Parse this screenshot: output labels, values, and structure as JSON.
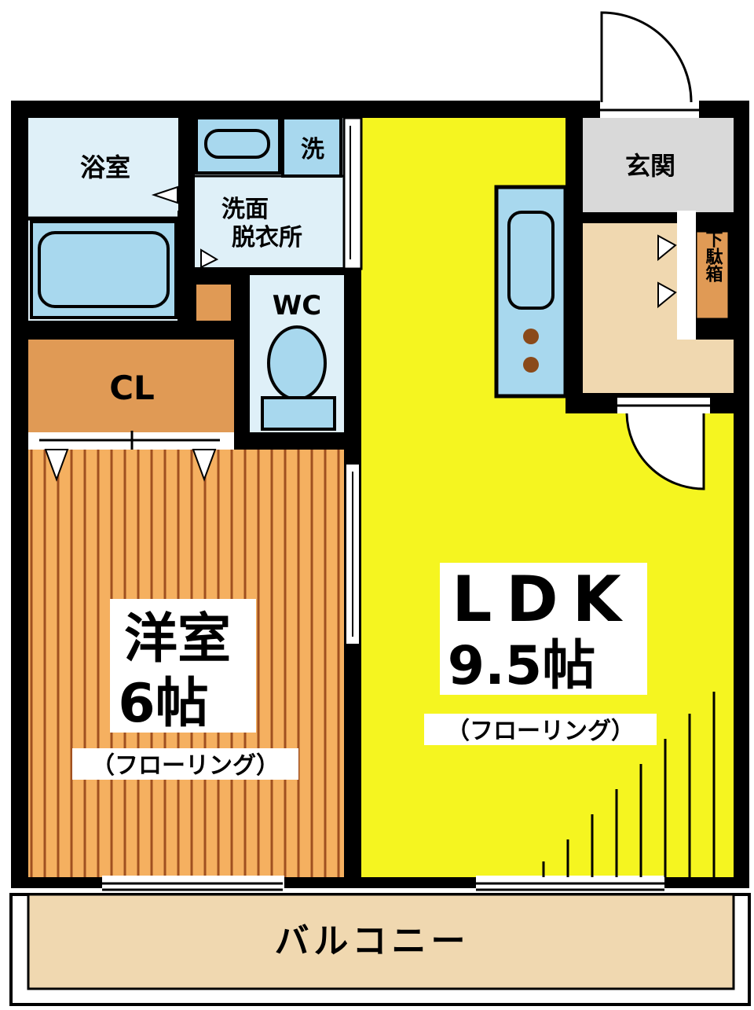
{
  "rooms": {
    "bath": {
      "label": "浴室"
    },
    "washer": {
      "label": "洗"
    },
    "washroom": {
      "line1": "洗面",
      "line2": "脱衣所"
    },
    "wc": {
      "label": "WC"
    },
    "entrance": {
      "label": "玄関"
    },
    "shoe_box": {
      "label": "下駄箱"
    },
    "closet": {
      "label": "CL"
    },
    "western_room": {
      "name": "洋室",
      "size": "6帖",
      "floor": "（フローリング）"
    },
    "ldk": {
      "name": "LDK",
      "size": "9.5帖",
      "floor": "（フローリング）"
    },
    "balcony": {
      "label": "バルコニー"
    }
  },
  "colors": {
    "ldk_floor": "#f5f520",
    "western_floor": "#f5b060",
    "western_stripe": "#a05020",
    "wet_area": "#dff0f8",
    "fixture": "#a8d8ee",
    "entrance": "#d9d9d9",
    "shoe_area": "#f0d8b0",
    "closet": "#e09a55",
    "balcony": "#f0d8b0",
    "wall": "#000000"
  }
}
